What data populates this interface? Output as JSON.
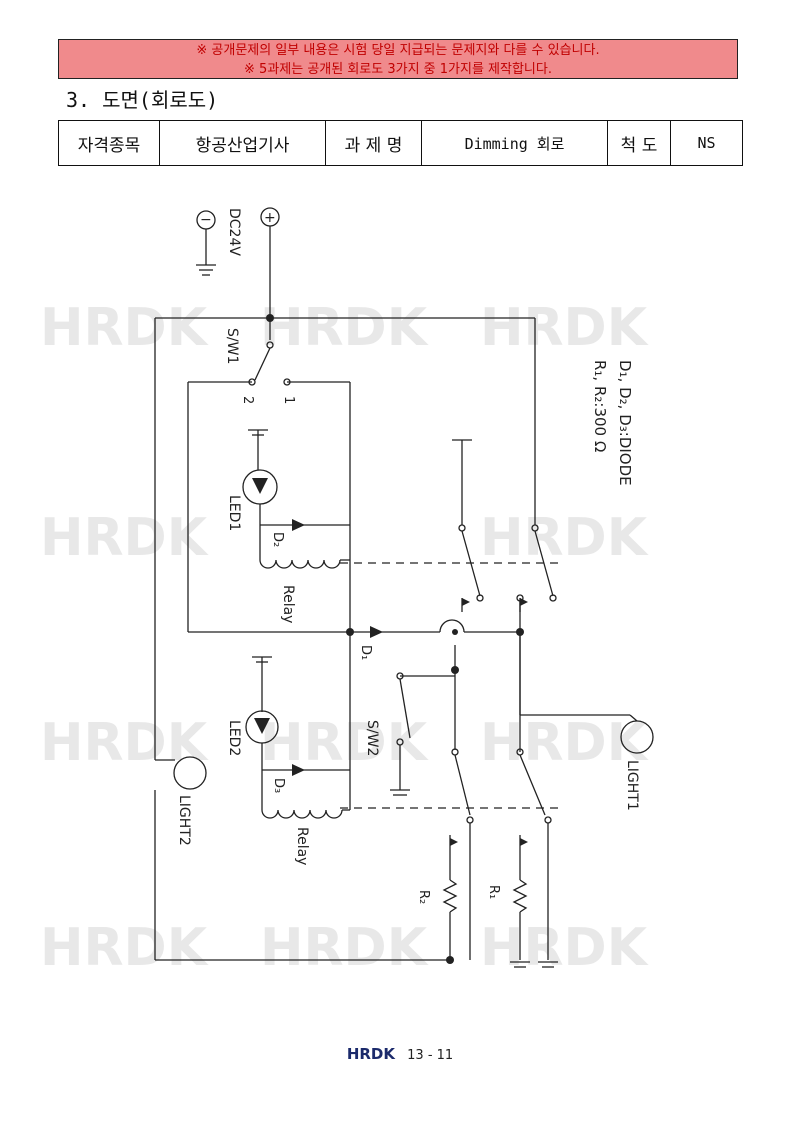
{
  "notice": {
    "line1": "※ 공개문제의 일부 내용은 시험 당일 지급되는 문제지와 다를 수 있습니다.",
    "line2": "※ 5과제는 공개된 회로도 3가지 중 1가지를 제작합니다."
  },
  "section_title": "3. 도면(회로도)",
  "info_table": {
    "subject_label": "자격종목",
    "subject_value": "항공산업기사",
    "task_label": "과 제 명",
    "task_value": "Dimming 회로",
    "scale_label": "척 도",
    "scale_value": "NS"
  },
  "diagram": {
    "power_label": "DC24V",
    "minus_symbol": "−",
    "plus_symbol": "+",
    "sw1_label": "S/W1",
    "sw1_pos1": "1",
    "sw1_pos2": "2",
    "led1_label": "LED1",
    "led2_label": "LED2",
    "d1_label": "D₁",
    "d2_label": "D₂",
    "d3_label": "D₃",
    "relay_label": "Relay",
    "sw2_label": "S/W2",
    "light1_label": "LIGHT1",
    "light2_label": "LIGHT2",
    "r1_label": "R₁",
    "r2_label": "R₂",
    "spec_line1": "D₁, D₂, D₃:DIODE",
    "spec_line2": "R₁, R₂:300 Ω",
    "watermark": "HRDK"
  },
  "footer": {
    "logo": "HRDK",
    "page": "13 - 11"
  }
}
